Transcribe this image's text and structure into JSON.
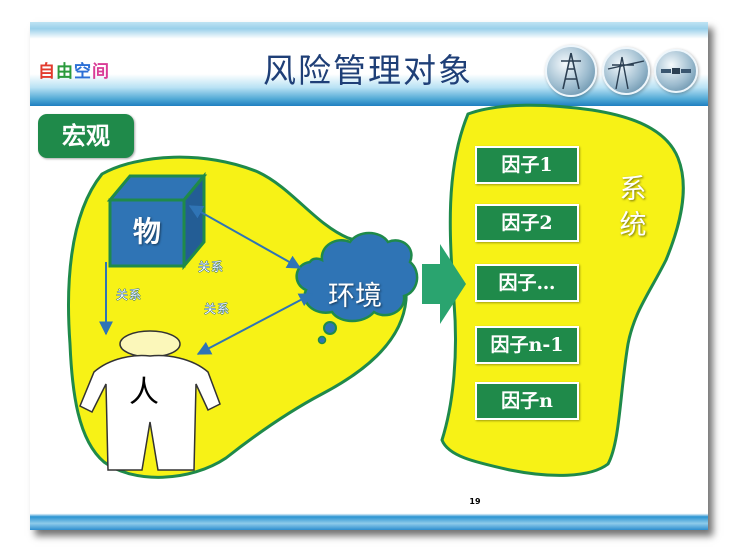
{
  "logo": {
    "characters": [
      "自",
      "由",
      "空",
      "间"
    ],
    "colors": [
      "#e23b2e",
      "#2a9a3c",
      "#2b6fd6",
      "#d93c96"
    ]
  },
  "title": "风险管理对象",
  "header_icons": [
    "power-tower-icon",
    "power-line-icon",
    "satellite-icon"
  ],
  "macro_label": "宏观",
  "nodes": {
    "wu": "物",
    "env": "环境",
    "person": "人"
  },
  "relation_label": "关系",
  "factors": [
    "因子1",
    "因子2",
    "因子…",
    "因子n-1",
    "因子n"
  ],
  "system_label": [
    "系",
    "统"
  ],
  "page_number": "19",
  "colors": {
    "green": "#1f8a4a",
    "yellow": "#f7f216",
    "blue": "#2f74b5",
    "arrow": "#2aa46f"
  }
}
